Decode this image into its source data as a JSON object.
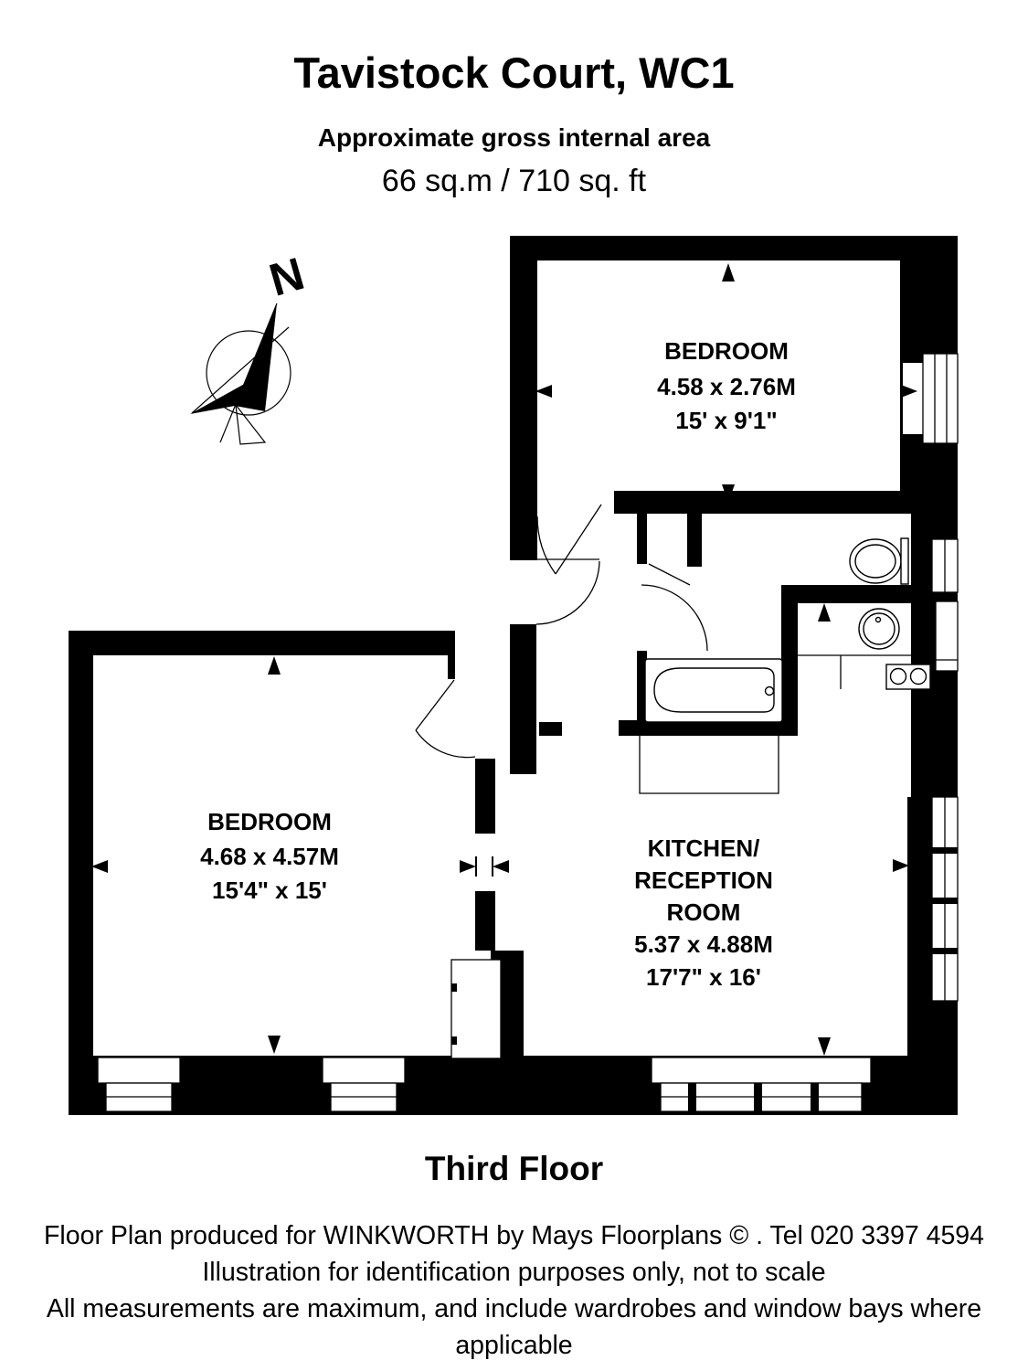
{
  "header": {
    "title": "Tavistock Court, WC1",
    "subtitle": "Approximate gross internal area",
    "area": "66 sq.m / 710 sq. ft"
  },
  "compass": {
    "label": "N"
  },
  "rooms": {
    "bedroom1": {
      "name": "BEDROOM",
      "metric": "4.58 x 2.76M",
      "imperial": "15' x 9'1\""
    },
    "bedroom2": {
      "name": "BEDROOM",
      "metric": "4.68 x 4.57M",
      "imperial": "15'4\" x 15'"
    },
    "kitchen": {
      "name_line1": "KITCHEN/",
      "name_line2": "RECEPTION",
      "name_line3": "ROOM",
      "metric": "5.37 x 4.88M",
      "imperial": "17'7\" x 16'"
    }
  },
  "fixtures": [
    "bathtub",
    "toilet",
    "sink",
    "hob"
  ],
  "floor_label": "Third Floor",
  "footer": {
    "line1": "Floor Plan produced for WINKWORTH by Mays Floorplans © . Tel 020 3397 4594",
    "line2": "Illustration for identification purposes only, not to scale",
    "line3": "All measurements are maximum, and include wardrobes and window bays where applicable"
  },
  "colors": {
    "wall": "#000000",
    "background": "#ffffff"
  }
}
